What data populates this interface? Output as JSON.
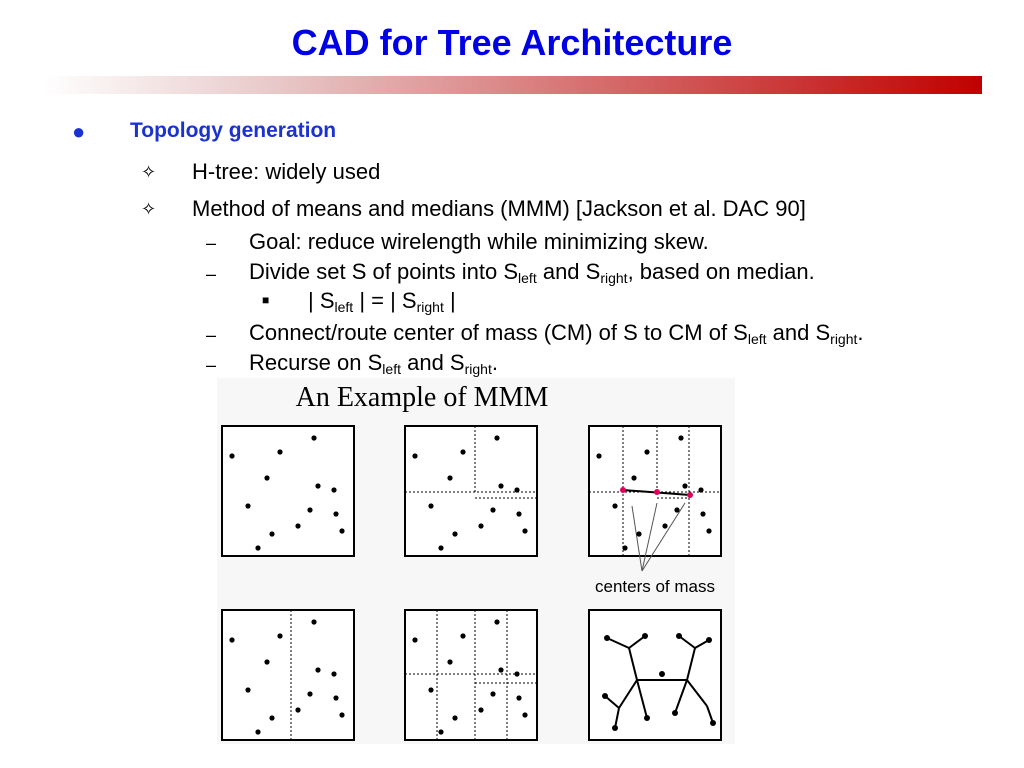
{
  "title": "CAD for Tree Architecture",
  "bullets": {
    "topology": "Topology generation",
    "htree": "H-tree: widely used",
    "mmm": "Method of means and medians (MMM) [Jackson et al. DAC 90]",
    "goal": "Goal: reduce wirelength while minimizing skew.",
    "divide_a": "Divide set S of points into S",
    "divide_sub1": "left",
    "divide_b": " and S",
    "divide_sub2": "right",
    "divide_c": ", based on median.",
    "eq_a": "| S",
    "eq_sub1": "left",
    "eq_b": " | = | S",
    "eq_sub2": "right",
    "eq_c": " |",
    "connect_a": "Connect/route center of mass (CM) of S to CM of S",
    "connect_sub1": "left",
    "connect_b": " and S",
    "connect_sub2": "right",
    "connect_c": ".",
    "recurse_a": "Recurse on S",
    "recurse_sub1": "left",
    "recurse_b": " and S",
    "recurse_sub2": "right",
    "recurse_c": "."
  },
  "figure": {
    "title": "An Example of MMM",
    "annotation": "centers of mass"
  },
  "colors": {
    "title": "#0000e6",
    "level1": "#1a32d0",
    "rule_left": "#ffffff",
    "rule_right": "#c00000",
    "cm_dot": "#e0005a"
  }
}
